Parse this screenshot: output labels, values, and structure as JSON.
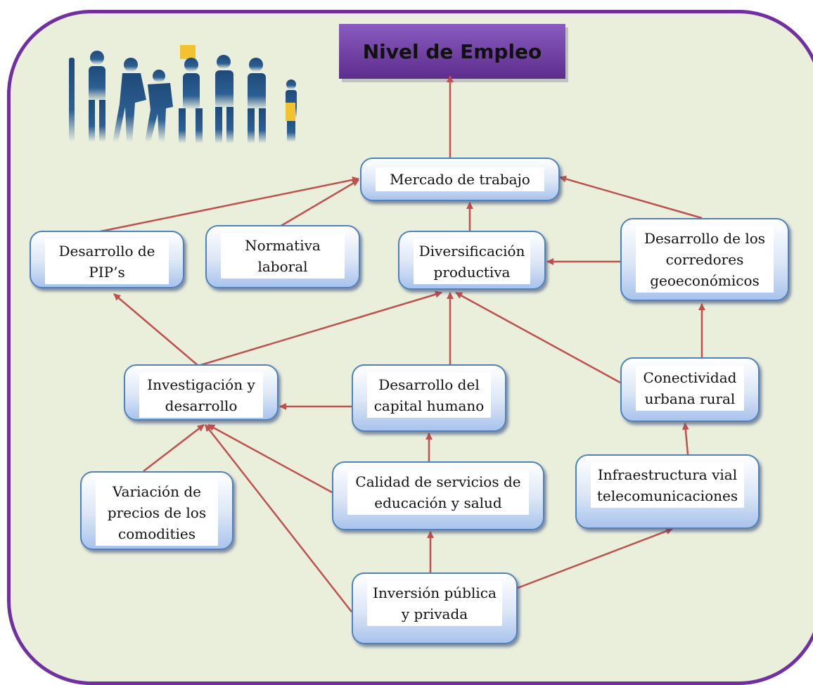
{
  "title": "Nivel de Empleo",
  "colors": {
    "frame": "#7030a0",
    "background": "#eaefdc",
    "title_fill": "#7a4bb0",
    "node_border": "#4f81bd",
    "arrow": "#c0504d"
  },
  "illustration": "workers-silhouettes",
  "nodes": {
    "mercado": "Mercado de trabajo",
    "pips": "Desarrollo de PIP’s",
    "normativa": "Normativa laboral",
    "diversificacion": "Diversificación productiva",
    "corredores": "Desarrollo de los corredores geoeconómicos",
    "investigacion": "Investigación y desarrollo",
    "capital": "Desarrollo del capital humano",
    "conectividad": "Conectividad urbana rural",
    "variacion": "Variación de precios de los comodities",
    "calidad": "Calidad de servicios de educación y salud",
    "infraestructura": "Infraestructura vial telecomunicaciones",
    "inversion": "Inversión pública y privada"
  }
}
